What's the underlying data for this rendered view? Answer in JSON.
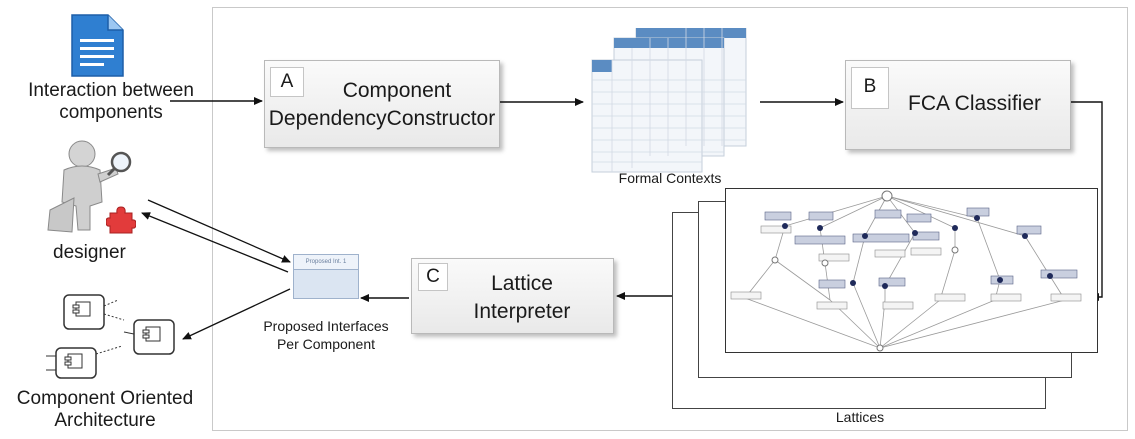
{
  "inputs": {
    "interaction_label_line1": "Interaction between",
    "interaction_label_line2": "components",
    "designer_label": "designer",
    "architecture_label_line1": "Component Oriented",
    "architecture_label_line2": "Architecture"
  },
  "steps": {
    "a": {
      "tag": "A",
      "title_line1": "Component",
      "title_line2": "DependencyConstructor"
    },
    "b": {
      "tag": "B",
      "title": "FCA Classifier"
    },
    "c": {
      "tag": "C",
      "title_line1": "Lattice",
      "title_line2": "Interpreter"
    }
  },
  "artifacts": {
    "formal_contexts_label": "Formal Contexts",
    "lattices_label": "Lattices",
    "proposed_interfaces_line1": "Proposed Interfaces",
    "proposed_interfaces_line2": "Per Component",
    "proposed_interface_card_title": "Proposed Int. 1"
  },
  "icons": {
    "document": "document-icon",
    "designer": "designer-figure-icon",
    "puzzle": "puzzle-piece-icon",
    "components": "component-diagram-icon"
  },
  "colors": {
    "document_blue": "#2f7fd1",
    "table_header": "#5b8cc2",
    "puzzle_red": "#e23b3b",
    "node_dark": "#1f2a5a"
  }
}
